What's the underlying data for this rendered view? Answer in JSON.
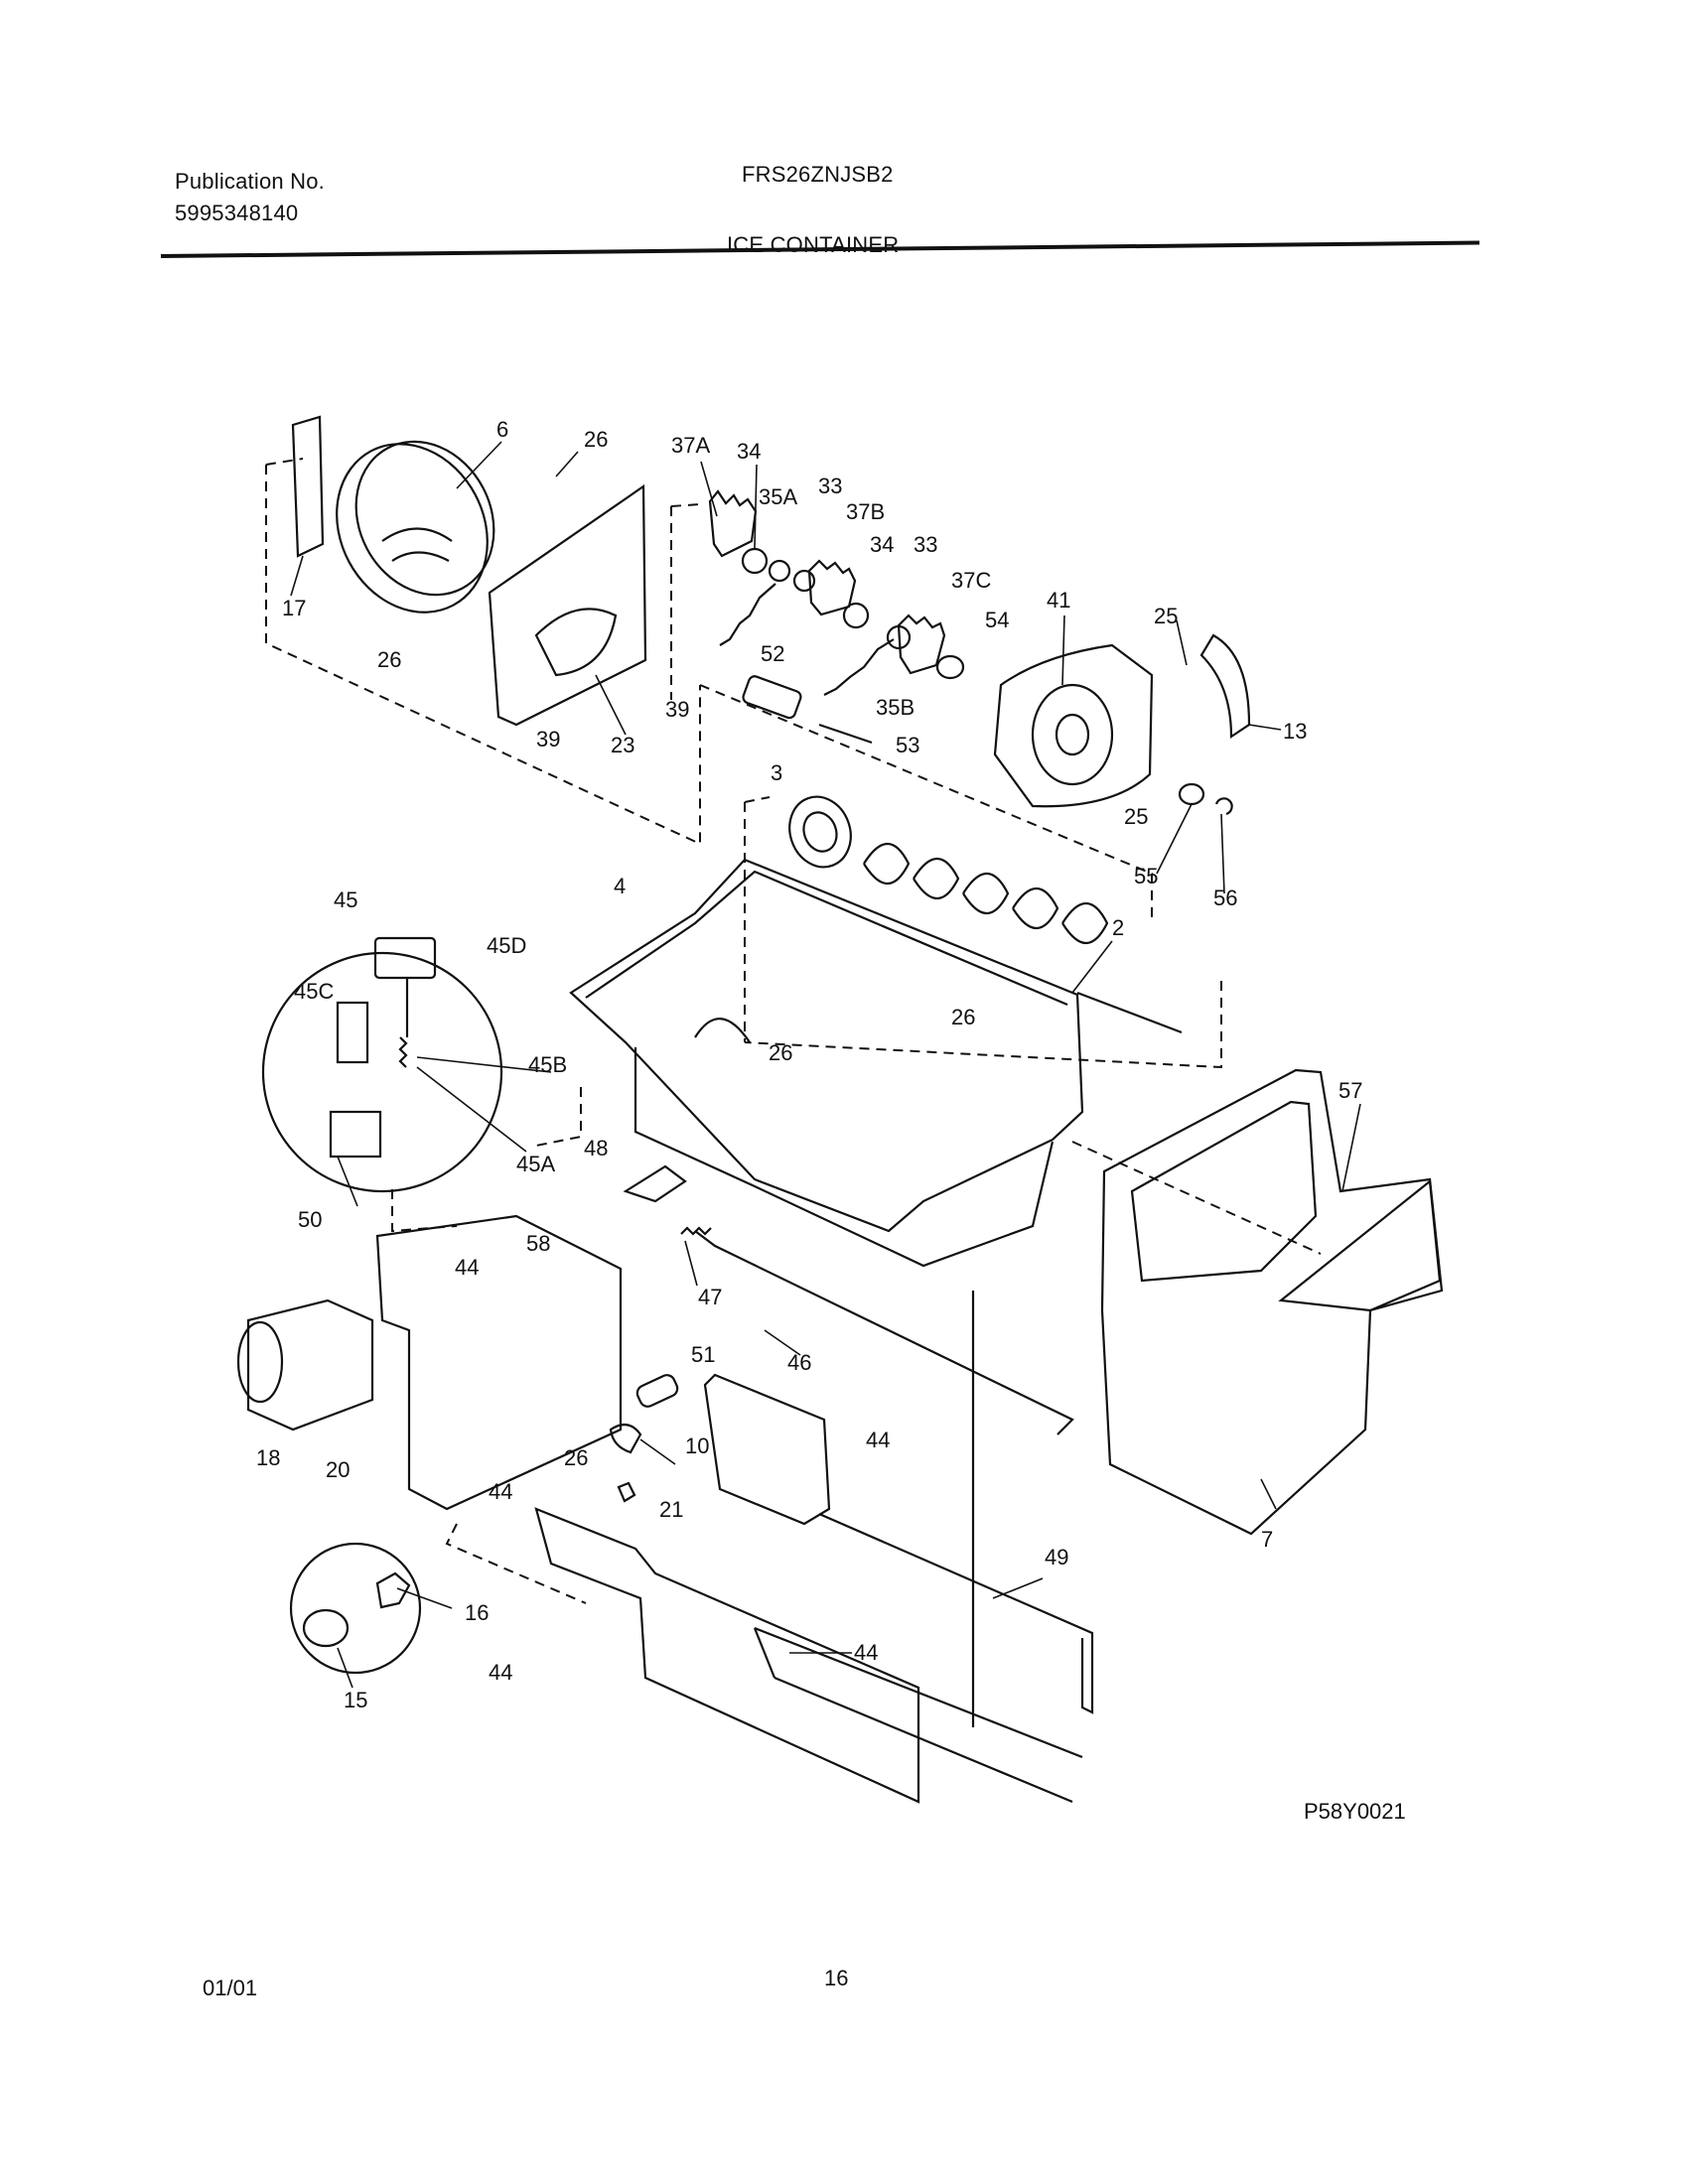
{
  "header": {
    "publication_label": "Publication No.",
    "publication_number": "5995348140",
    "model": "FRS26ZNJSB2",
    "section_title": "ICE CONTAINER"
  },
  "diagram": {
    "figure_code": "P58Y0021",
    "callouts": [
      "6",
      "26",
      "37A",
      "34",
      "35A",
      "33",
      "37B",
      "34",
      "33",
      "37C",
      "54",
      "41",
      "25",
      "13",
      "17",
      "26",
      "23",
      "39",
      "39",
      "52",
      "35B",
      "53",
      "25",
      "55",
      "56",
      "3",
      "4",
      "2",
      "45",
      "45D",
      "45C",
      "45B",
      "45A",
      "50",
      "26",
      "26",
      "48",
      "47",
      "46",
      "57",
      "58",
      "44",
      "51",
      "18",
      "20",
      "26",
      "10",
      "44",
      "44",
      "21",
      "49",
      "7",
      "16",
      "15",
      "44",
      "44"
    ]
  },
  "footer": {
    "date": "01/01",
    "page_number": "16"
  }
}
